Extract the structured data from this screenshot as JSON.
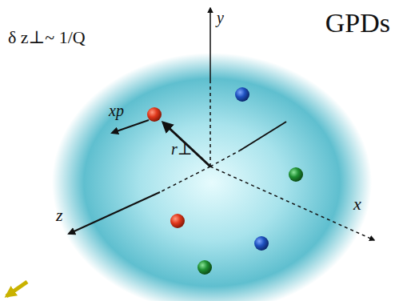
{
  "diagram": {
    "title": "GPDs",
    "labels": [
      "δ z⊥~ 1/Q",
      "xp",
      "r⊥",
      "y",
      "z",
      "x"
    ]
  }
}
